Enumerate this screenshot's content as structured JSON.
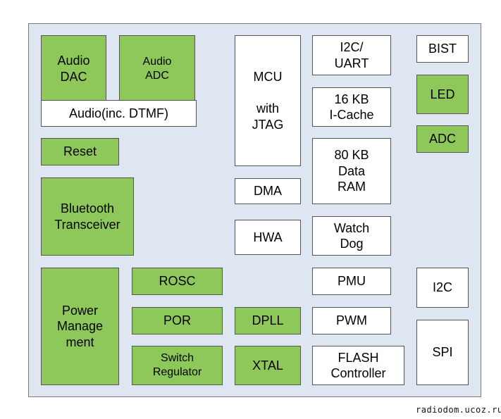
{
  "blocks": {
    "audio_dac": "Audio\nDAC",
    "audio_adc": "Audio\nADC",
    "audio_dtmf": "Audio(inc. DTMF)",
    "reset": "Reset",
    "bluetooth": "Bluetooth\nTransceiver",
    "power": "Power\nManage\nment",
    "rosc": "ROSC",
    "por": "POR",
    "switch_reg": "Switch\nRegulator",
    "mcu": "MCU\n\nwith\nJTAG",
    "dma": "DMA",
    "hwa": "HWA",
    "dpll": "DPLL",
    "xtal": "XTAL",
    "i2c_uart": "I2C/\nUART",
    "icache": "16 KB\nI-Cache",
    "ram": "80 KB\nData\nRAM",
    "watchdog": "Watch\nDog",
    "pmu": "PMU",
    "pwm": "PWM",
    "flash": "FLASH\nController",
    "bist": "BIST",
    "led": "LED",
    "adc": "ADC",
    "i2c": "I2C",
    "spi": "SPI"
  },
  "colors": {
    "green": "#8ec85a",
    "white": "#ffffff",
    "background": "#dde6f1"
  },
  "watermark": "radiodom.ucoz.ru"
}
